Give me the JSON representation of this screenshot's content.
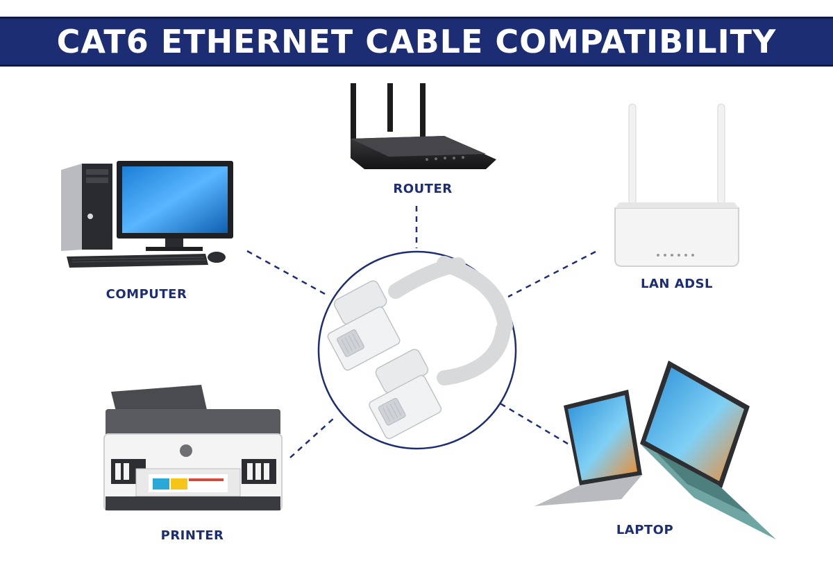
{
  "title": "CAT6 ETHERNET CABLE COMPATIBILITY",
  "devices": {
    "router": "ROUTER",
    "computer": "COMPUTER",
    "lan_adsl": "LAN ADSL",
    "printer": "PRINTER",
    "laptop": "LAPTOP"
  },
  "colors": {
    "navy": "#1d2d73",
    "white": "#ffffff"
  }
}
